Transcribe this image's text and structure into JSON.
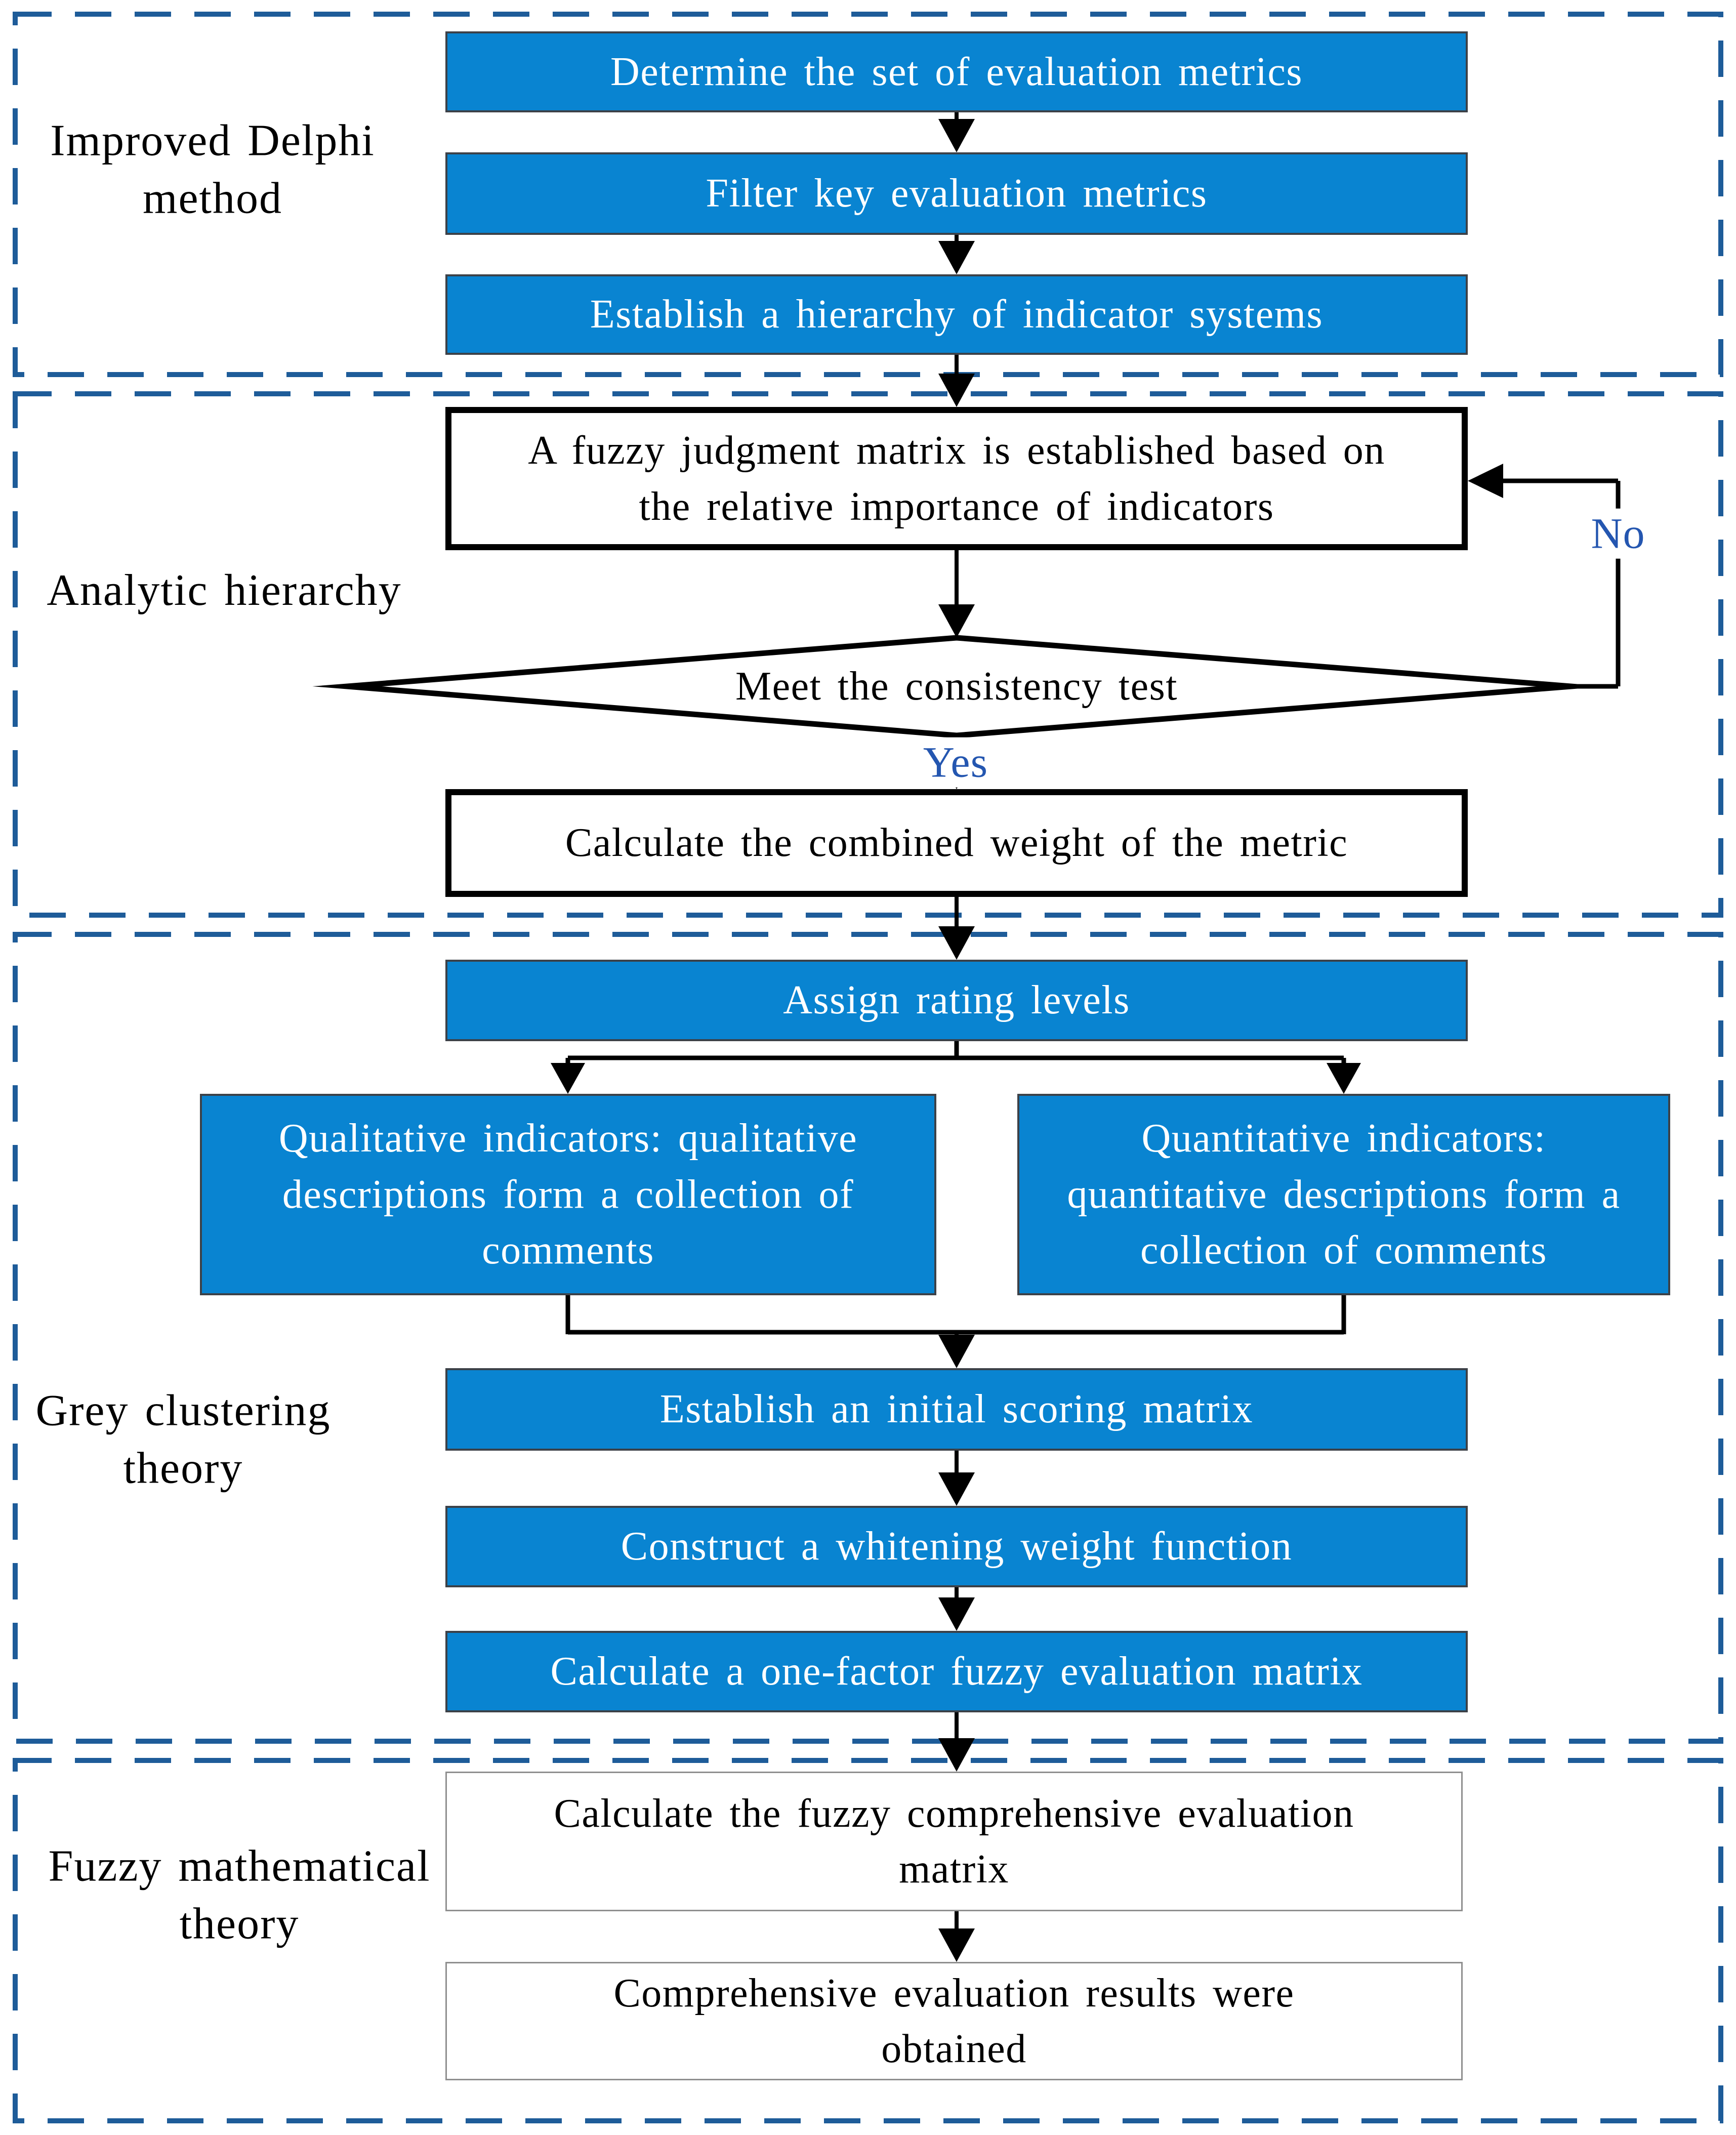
{
  "colors": {
    "node_blue_fill": "#0984D1",
    "node_blue_border": "#3C4148",
    "section_dash_blue": "#1E5C99",
    "branch_label_blue": "#2456B0",
    "arrow_black": "#000000",
    "thin_box_border_gray": "#8f8f8f"
  },
  "sections": [
    {
      "label": "Improved Delphi\nmethod"
    },
    {
      "label": "Analytic hierarchy"
    },
    {
      "label": "Grey clustering\ntheory"
    },
    {
      "label": "Fuzzy mathematical\ntheory"
    }
  ],
  "nodes": {
    "determine_metrics": "Determine the set of evaluation metrics",
    "filter_metrics": "Filter key evaluation metrics",
    "establish_hierarchy": "Establish a hierarchy of indicator systems",
    "fuzzy_judgment_matrix": "A fuzzy judgment matrix is established based on\nthe relative importance of indicators",
    "consistency_test": "Meet the consistency test",
    "combined_weight": "Calculate the combined weight of the metric",
    "assign_rating": "Assign rating levels",
    "qualitative": "Qualitative indicators: qualitative\ndescriptions form a collection of\ncomments",
    "quantitative": "Quantitative indicators:\nquantitative descriptions form a\ncollection of comments",
    "initial_scoring_matrix": "Establish an initial scoring matrix",
    "whitening_function": "Construct a whitening weight function",
    "one_factor_matrix": "Calculate a one-factor fuzzy evaluation matrix",
    "fuzzy_comprehensive_matrix": "Calculate the fuzzy comprehensive evaluation\nmatrix",
    "results_obtained": "Comprehensive evaluation results were\nobtained"
  },
  "branch_labels": {
    "yes": "Yes",
    "no": "No"
  }
}
